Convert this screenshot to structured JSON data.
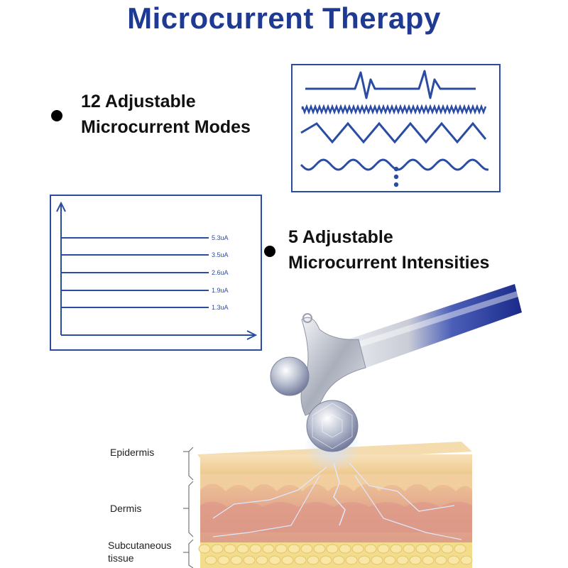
{
  "title": "Microcurrent Therapy",
  "features": {
    "modes": {
      "line1": "12 Adjustable",
      "line2": "Microcurrent Modes"
    },
    "intensities": {
      "line1": "5 Adjustable",
      "line2": "Microcurrent Intensities"
    }
  },
  "intensity_levels": [
    "5.3uA",
    "3.5uA",
    "2.6uA",
    "1.9uA",
    "1.3uA"
  ],
  "skin_layers": {
    "epidermis": "Epidermis",
    "dermis": "Dermis",
    "subcutaneous_line1": "Subcutaneous",
    "subcutaneous_line2": "tissue"
  },
  "colors": {
    "title_blue": "#1f3a93",
    "line_blue": "#2a4da3",
    "epidermis": "#f1d39e",
    "dermis": "#e8b48f",
    "subcutaneous": "#f4e08e"
  }
}
